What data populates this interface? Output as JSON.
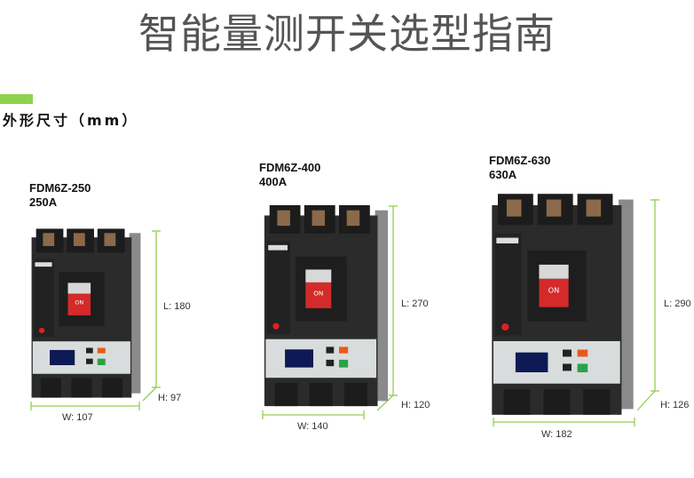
{
  "title": "智能量测开关选型指南",
  "section": {
    "heading": "外形尺寸（mm）",
    "accent_color": "#8fd14f"
  },
  "products": [
    {
      "model": "FDM6Z-250",
      "rating": "250A",
      "length": "L: 180",
      "height": "H: 97",
      "width": "W: 107",
      "switch_text": "ON"
    },
    {
      "model": "FDM6Z-400",
      "rating": "400A",
      "length": "L: 270",
      "height": "H: 120",
      "width": "W: 140",
      "switch_text": "ON"
    },
    {
      "model": "FDM6Z-630",
      "rating": "630A",
      "length": "L: 290",
      "height": "H: 126",
      "width": "W: 182",
      "switch_text": "ON"
    }
  ]
}
